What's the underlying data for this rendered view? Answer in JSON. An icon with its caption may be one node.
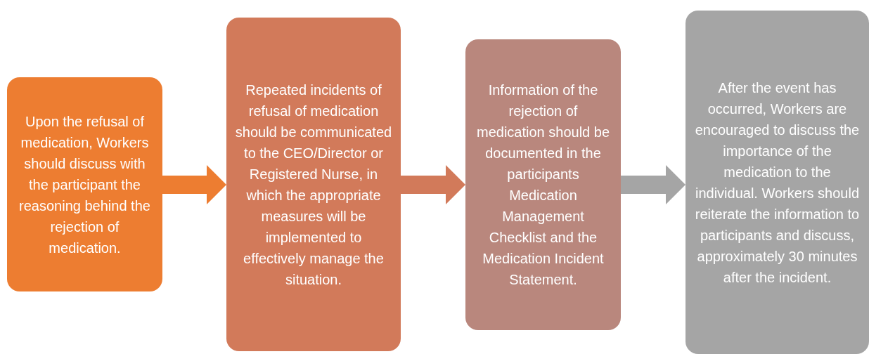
{
  "diagram": {
    "nodes": [
      {
        "text": [
          "Upon the refusal of medication, Workers should discuss with the participant the reasoning behind the rejection of medication."
        ]
      },
      {
        "text": [
          "Repeated incidents of refusal of medication should be communicated to the CEO/Director or Registered Nurse, in which the appropriate measures will be implemented to effectively manage the situation."
        ]
      },
      {
        "text": [
          "Information of the rejection of medication should be documented in the participants Medication Management Checklist and the Medication Incident Statement."
        ]
      },
      {
        "text": [
          "After the event has occurred, Workers are encouraged to discuss the importance of the medication to the individual. Workers should reiterate the information to participants and discuss, approximately 30 minutes after the incident."
        ]
      }
    ],
    "edges": [
      {
        "from": 0,
        "to": 1,
        "arrow": "to",
        "color": "#ed7d31"
      },
      {
        "from": 1,
        "to": 2,
        "arrow": "to",
        "color": "#d27a5a"
      },
      {
        "from": 2,
        "to": 3,
        "arrow": "to",
        "color": "#a5a5a5"
      }
    ]
  }
}
